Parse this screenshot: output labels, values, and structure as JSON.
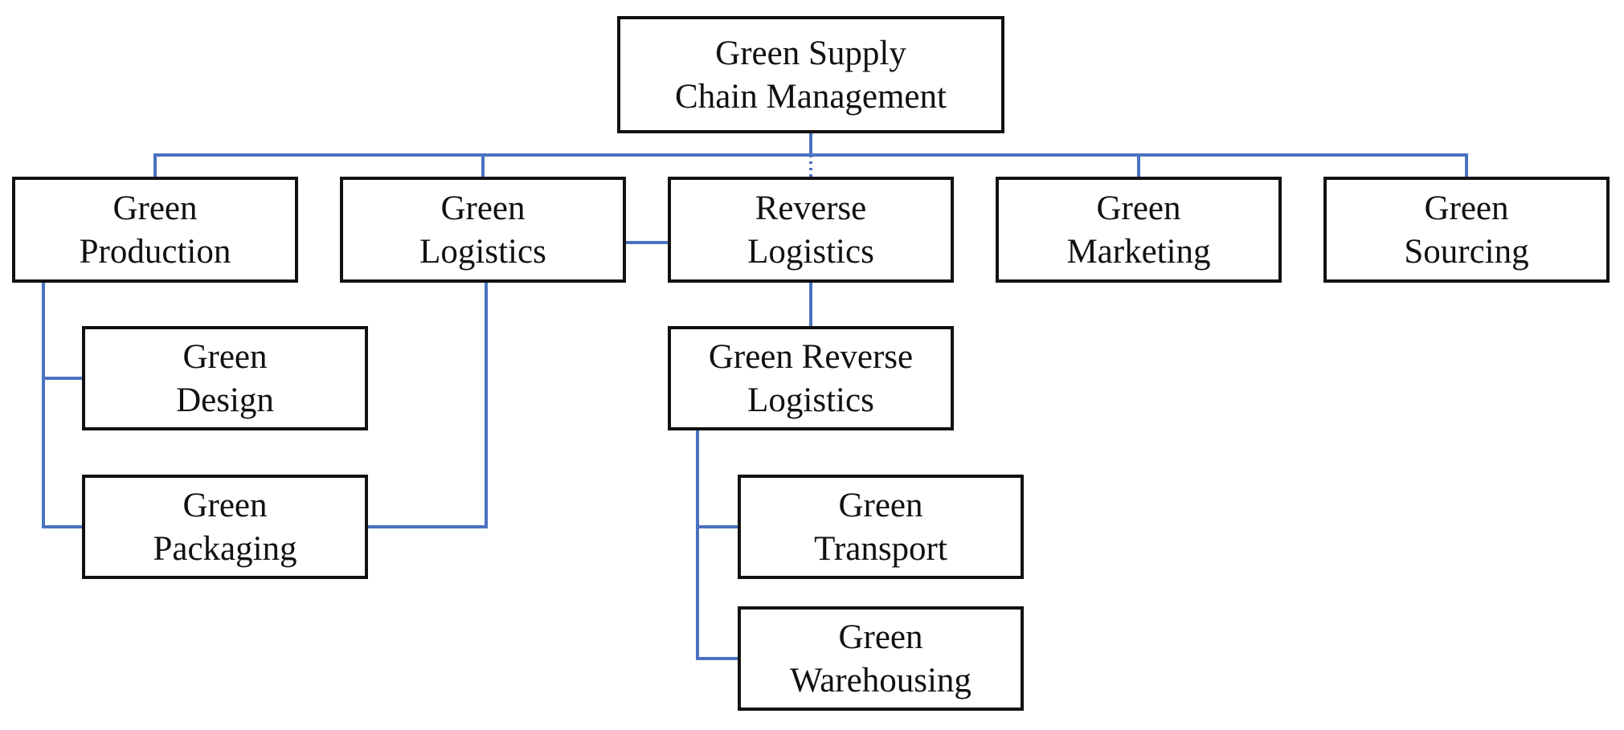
{
  "colors": {
    "connector": "#4a72c0",
    "box_border": "#111111",
    "text": "#111111",
    "background": "#ffffff"
  },
  "nodes": {
    "root": [
      "Green Supply",
      "Chain Management"
    ],
    "green_production": [
      "Green",
      "Production"
    ],
    "green_logistics": [
      "Green",
      "Logistics"
    ],
    "reverse_logistics": [
      "Reverse",
      "Logistics"
    ],
    "green_marketing": [
      "Green",
      "Marketing"
    ],
    "green_sourcing": [
      "Green",
      "Sourcing"
    ],
    "green_design": [
      "Green",
      "Design"
    ],
    "green_packaging": [
      "Green",
      "Packaging"
    ],
    "green_reverse_logistics": [
      "Green Reverse",
      "Logistics"
    ],
    "green_transport": [
      "Green",
      "Transport"
    ],
    "green_warehousing": [
      "Green",
      "Warehousing"
    ]
  },
  "edges": [
    {
      "from": "root",
      "to": "green_production"
    },
    {
      "from": "root",
      "to": "green_logistics"
    },
    {
      "from": "root",
      "to": "reverse_logistics",
      "style": "dotted"
    },
    {
      "from": "root",
      "to": "green_marketing"
    },
    {
      "from": "root",
      "to": "green_sourcing"
    },
    {
      "from": "green_logistics",
      "to": "reverse_logistics"
    },
    {
      "from": "green_production",
      "to": "green_design"
    },
    {
      "from": "green_production",
      "to": "green_packaging"
    },
    {
      "from": "green_logistics",
      "to": "green_packaging"
    },
    {
      "from": "reverse_logistics",
      "to": "green_reverse_logistics"
    },
    {
      "from": "green_reverse_logistics",
      "to": "green_transport"
    },
    {
      "from": "green_reverse_logistics",
      "to": "green_warehousing"
    }
  ]
}
